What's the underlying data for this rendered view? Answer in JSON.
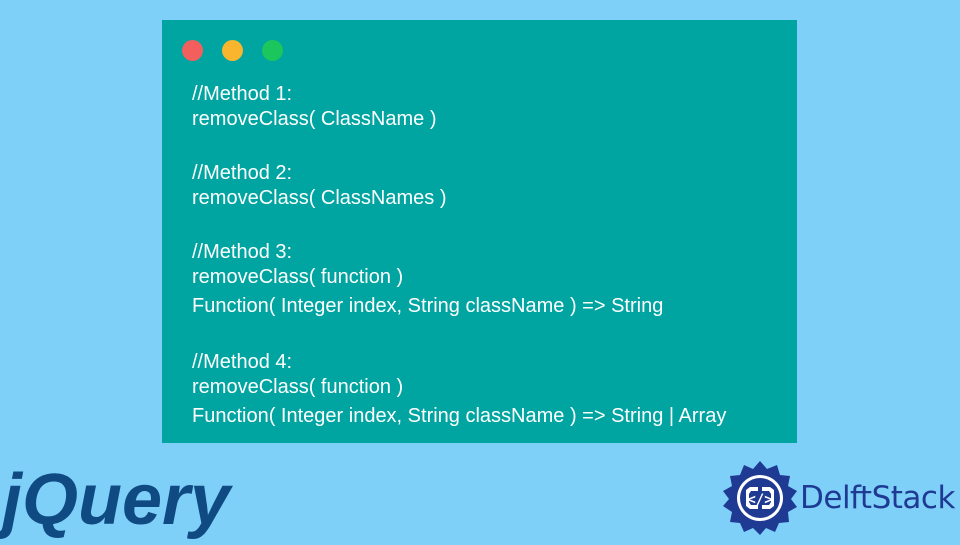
{
  "window": {
    "dots": [
      {
        "name": "close-dot",
        "color": "#f25f5c"
      },
      {
        "name": "minimize-dot",
        "color": "#f9b52e"
      },
      {
        "name": "maximize-dot",
        "color": "#1bc65d"
      }
    ],
    "background": "#00a5a2",
    "code_lines": [
      {
        "text": "//Method 1:"
      },
      {
        "text": "removeClass( ClassName )"
      },
      {
        "gap": true
      },
      {
        "text": "//Method 2:"
      },
      {
        "text": "removeClass( ClassNames )"
      },
      {
        "gap": true
      },
      {
        "text": "//Method 3:"
      },
      {
        "text": "removeClass( function )"
      },
      {
        "text": "Function( Integer index, String className ) => String",
        "fn": true
      },
      {
        "gap": true
      },
      {
        "text": "//Method 4:"
      },
      {
        "text": "removeClass( function )"
      },
      {
        "text": "Function( Integer index, String className ) => String | Array",
        "fn": true
      }
    ]
  },
  "logos": {
    "jquery": {
      "text": "jQuery",
      "color": "#0f4b82"
    },
    "delftstack": {
      "text": "DelftStack",
      "icon": "code-brackets-badge-icon",
      "color": "#1f3a93"
    }
  },
  "page": {
    "background": "#7ed0f9"
  }
}
